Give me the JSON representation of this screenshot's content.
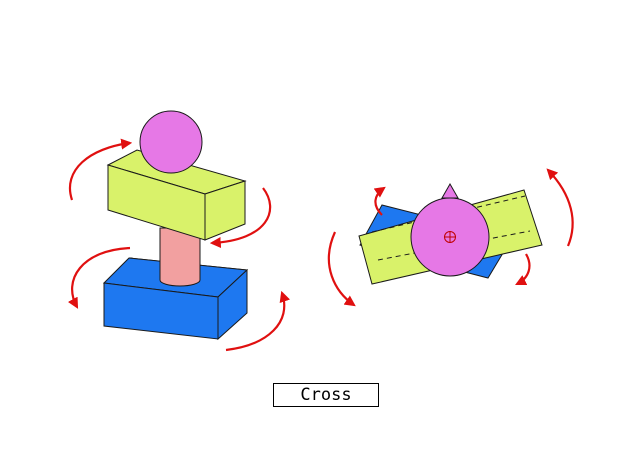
{
  "mode_label": "Cross",
  "colors": {
    "sphere": "#e678e6",
    "top_block": "#d9f26a",
    "cylinder": "#f2a0a0",
    "base_block": "#1e78f0",
    "arrow": "#e01010",
    "outline": "#1a1a1a"
  },
  "icons": {
    "left_view": "stacked-objects-side-view",
    "right_view": "stacked-objects-top-view",
    "rotation_arrows": "curved-rotation-arrow-icon",
    "center_mark": "crosshair-icon"
  }
}
